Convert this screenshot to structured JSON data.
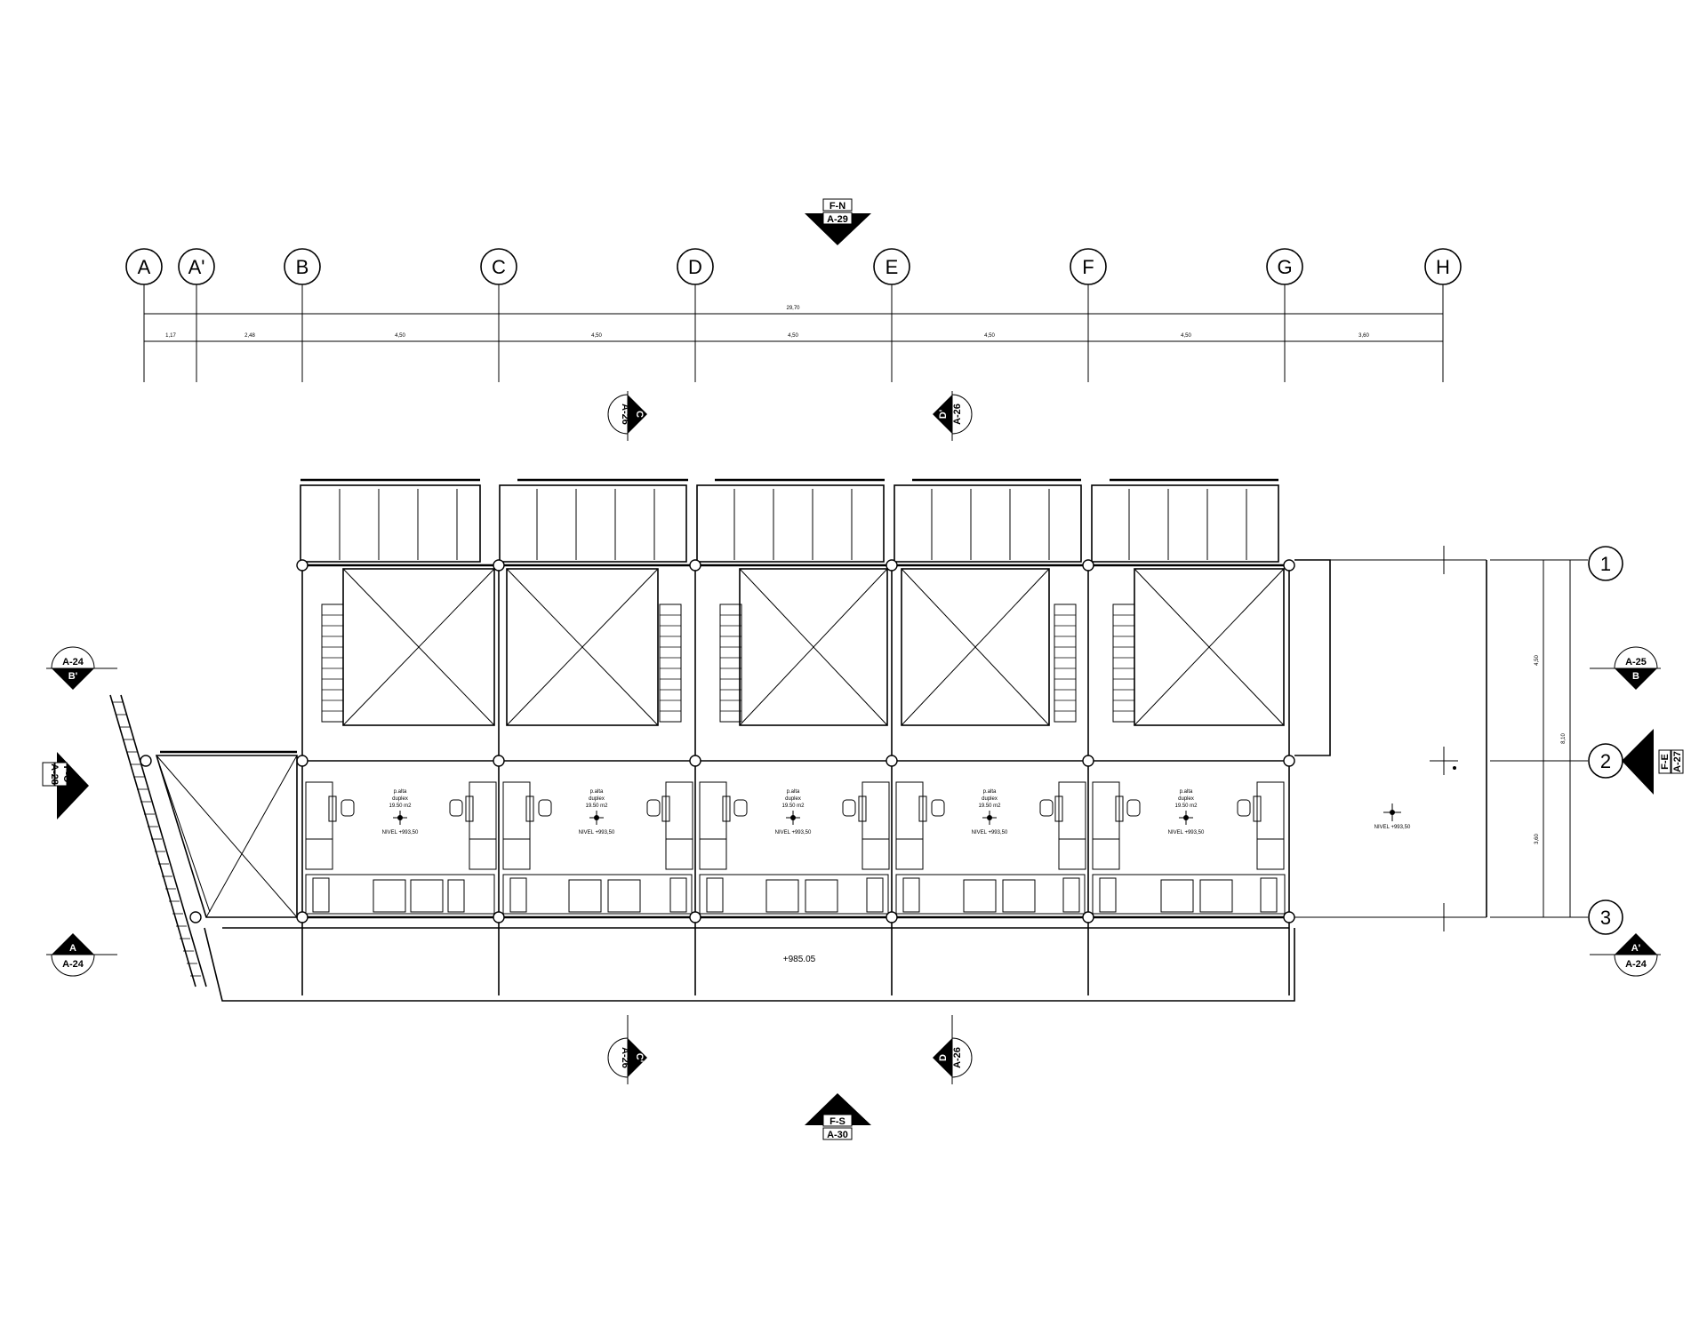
{
  "plan": {
    "grid_columns": [
      "A",
      "A'",
      "B",
      "C",
      "D",
      "E",
      "F",
      "G",
      "H"
    ],
    "grid_rows": [
      "1",
      "2",
      "3"
    ],
    "dimensions": {
      "overall": "29,70",
      "segments": [
        "1,17",
        "2,48",
        "4,50",
        "4,50",
        "4,50",
        "4,50",
        "4,50",
        "3,60"
      ],
      "vertical_overall": "8,10",
      "vertical_segments": [
        "4,50",
        "3,60"
      ]
    },
    "section_marks": {
      "north": {
        "top": "F-N",
        "bottom": "A-29"
      },
      "south": {
        "top": "F-S",
        "bottom": "A-30"
      },
      "west": {
        "top": "F-O",
        "bottom": "A-28"
      },
      "east": {
        "top": "F-E",
        "bottom": "A-27"
      },
      "left_b": {
        "top": "A-24",
        "bottom": "B'"
      },
      "left_a": {
        "top": "A",
        "bottom": "A-24"
      },
      "right_b": {
        "top": "A-25",
        "bottom": "B"
      },
      "right_a": {
        "top": "A'",
        "bottom": "A-24"
      },
      "top_c": {
        "letter": "C",
        "sheet": "A-26"
      },
      "top_d": {
        "letter": "D'",
        "sheet": "A-26"
      },
      "bottom_c": {
        "letter": "C'",
        "sheet": "A-26"
      },
      "bottom_d": {
        "letter": "D",
        "sheet": "A-26"
      }
    },
    "units": [
      {
        "l1": "p.alta",
        "l2": "duplex",
        "l3": "19.50 m2",
        "level": "NIVEL +993,50"
      },
      {
        "l1": "p.alta",
        "l2": "duplex",
        "l3": "19.50 m2",
        "level": "NIVEL +993,50"
      },
      {
        "l1": "p.alta",
        "l2": "duplex",
        "l3": "19.50 m2",
        "level": "NIVEL +993,50"
      },
      {
        "l1": "p.alta",
        "l2": "duplex",
        "l3": "19.50 m2",
        "level": "NIVEL +993,50"
      },
      {
        "l1": "p.alta",
        "l2": "duplex",
        "l3": "19.50 m2",
        "level": "NIVEL +993,50"
      }
    ],
    "level_terrace": "NIVEL +993,50",
    "level_ground": "+985.05"
  }
}
